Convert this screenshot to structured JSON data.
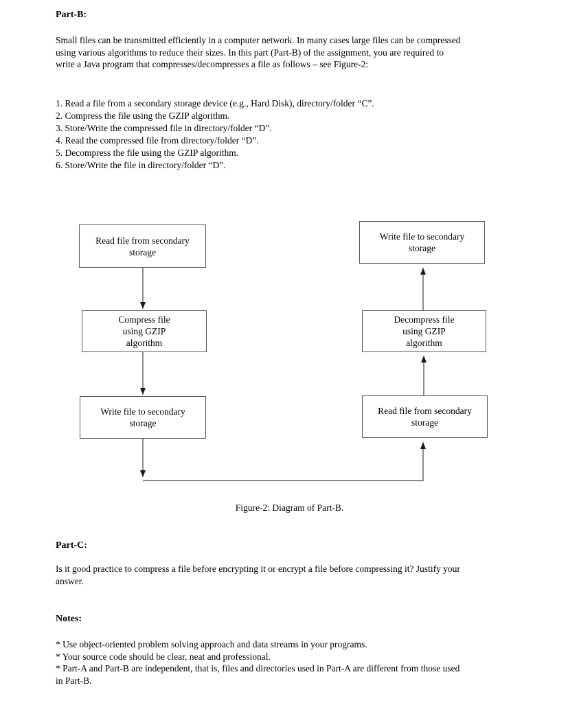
{
  "page": {
    "background_color": "#ffffff",
    "text_color": "#000000",
    "box_border_color": "#555555",
    "arrow_color": "#1a1a1a"
  },
  "part_b": {
    "heading": "Part-B:",
    "intro": "Small files can be transmitted efficiently in a computer network. In many cases large files can be compressed\nusing various algorithms to reduce their sizes. In this part (Part-B) of the assignment, you are required to\nwrite a Java program that compresses/decompresses a file as follows – see Figure-2:",
    "steps": [
      "1. Read a file from a secondary storage device (e.g., Hard Disk), directory/folder “C”.",
      "2. Compress the file using the GZIP algorithm.",
      "3. Store/Write the compressed file in directory/folder “D”.",
      "4. Read the compressed file from directory/folder “D”.",
      "5. Decompress the file using the GZIP algorithm.",
      "6. Store/Write the file in directory/folder “D”."
    ]
  },
  "figure": {
    "caption": "Figure-2: Diagram of Part-B.",
    "boxes": [
      {
        "id": "read-left",
        "label": "Read file from secondary\nstorage"
      },
      {
        "id": "compress",
        "label": "Compress file\nusing GZIP\nalgorithm"
      },
      {
        "id": "write-left",
        "label": "Write file to secondary\nstorage"
      },
      {
        "id": "write-right",
        "label": "Write file to secondary\nstorage"
      },
      {
        "id": "decompress",
        "label": "Decompress file\nusing GZIP\nalgorithm"
      },
      {
        "id": "read-right",
        "label": "Read file from secondary\nstorage"
      }
    ]
  },
  "part_c": {
    "heading": "Part-C:",
    "question": "Is it good practice to compress a file before encrypting it or encrypt a file before compressing it? Justify your\nanswer."
  },
  "notes": {
    "heading": "Notes:",
    "items": [
      "* Use object-oriented problem solving approach and data streams in your programs.",
      "* Your source code should be clear, neat and professional.",
      "* Part-A and Part-B are independent, that is, files and directories used in Part-A are different from those used\nin Part-B."
    ]
  }
}
